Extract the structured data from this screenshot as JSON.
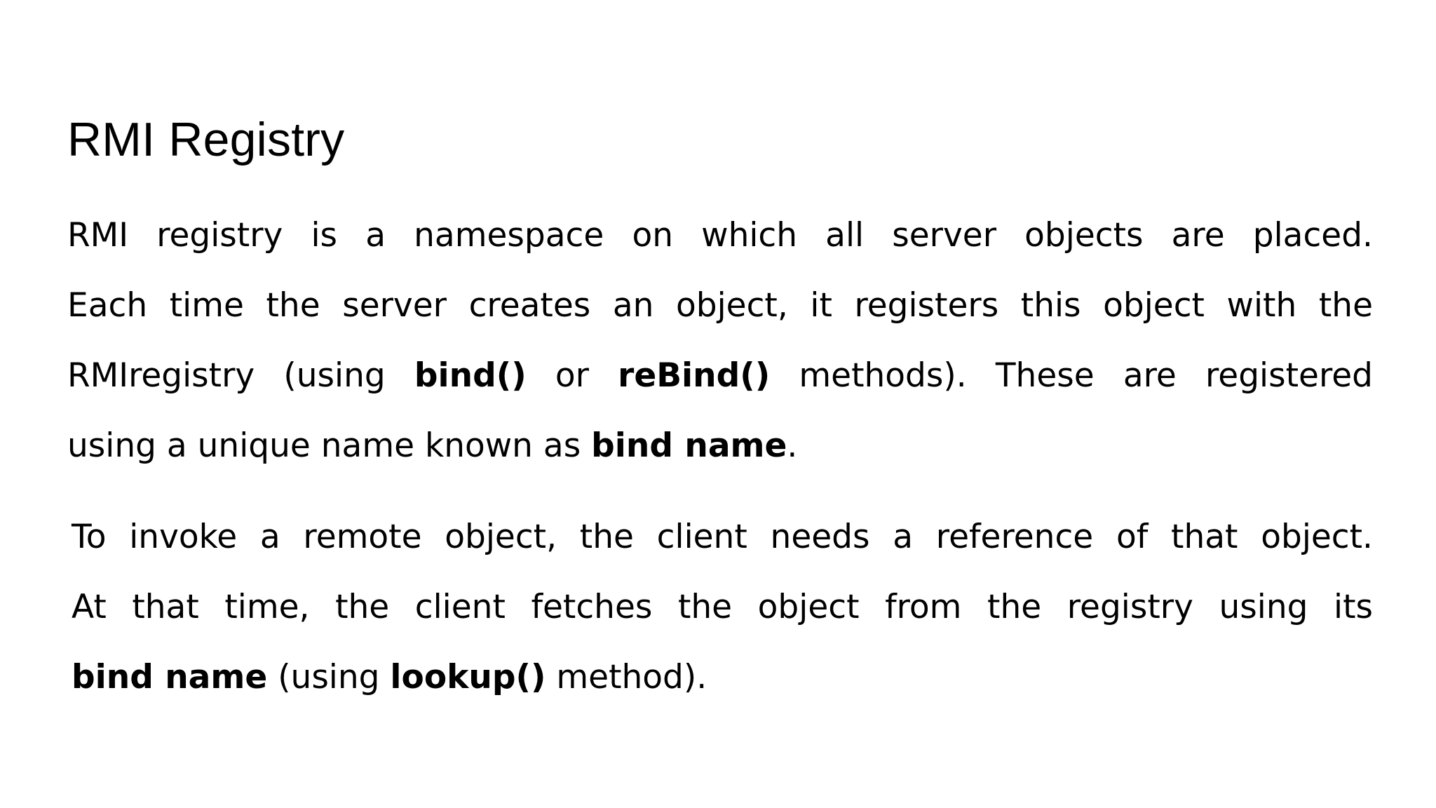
{
  "slide": {
    "title": "RMI Registry",
    "background_color": "#ffffff",
    "text_color": "#000000",
    "paragraphs": [
      {
        "id": "paragraph-registry-namespace",
        "lines": [
          "RMI registry is a namespace on which all server objects are placed.",
          "Each time the server creates an object, it registers this object with the",
          "RMIregistry (using bind() or reBind() methods). These are registered",
          "using a unique name known as bind name."
        ],
        "segments": [
          {
            "text": "RMI registry is a namespace on which all server objects are placed. Each time the server creates an object, it registers this object with the RMIregistry (using ",
            "bold": false
          },
          {
            "text": "bind()",
            "bold": true
          },
          {
            "text": " or ",
            "bold": false
          },
          {
            "text": "reBind()",
            "bold": true
          },
          {
            "text": " methods). These are registered using a unique name known as ",
            "bold": false
          },
          {
            "text": "bind name",
            "bold": true
          },
          {
            "text": ".",
            "bold": false
          }
        ]
      },
      {
        "id": "paragraph-lookup-reference",
        "lines": [
          "To invoke a remote object, the client needs a reference of that object.",
          "At that time, the client fetches the object from the registry using its",
          "bind name (using lookup() method)."
        ],
        "segments": [
          {
            "text": "To invoke a remote object, the client needs a reference of that object. At that time, the client fetches the object from the registry using its bind name (using ",
            "bold": false
          },
          {
            "text": "lookup()",
            "bold": true
          },
          {
            "text": " method).",
            "bold": false
          }
        ]
      }
    ],
    "emphasized_terms": [
      "bind()",
      "reBind()",
      "bind name",
      "lookup()"
    ]
  }
}
